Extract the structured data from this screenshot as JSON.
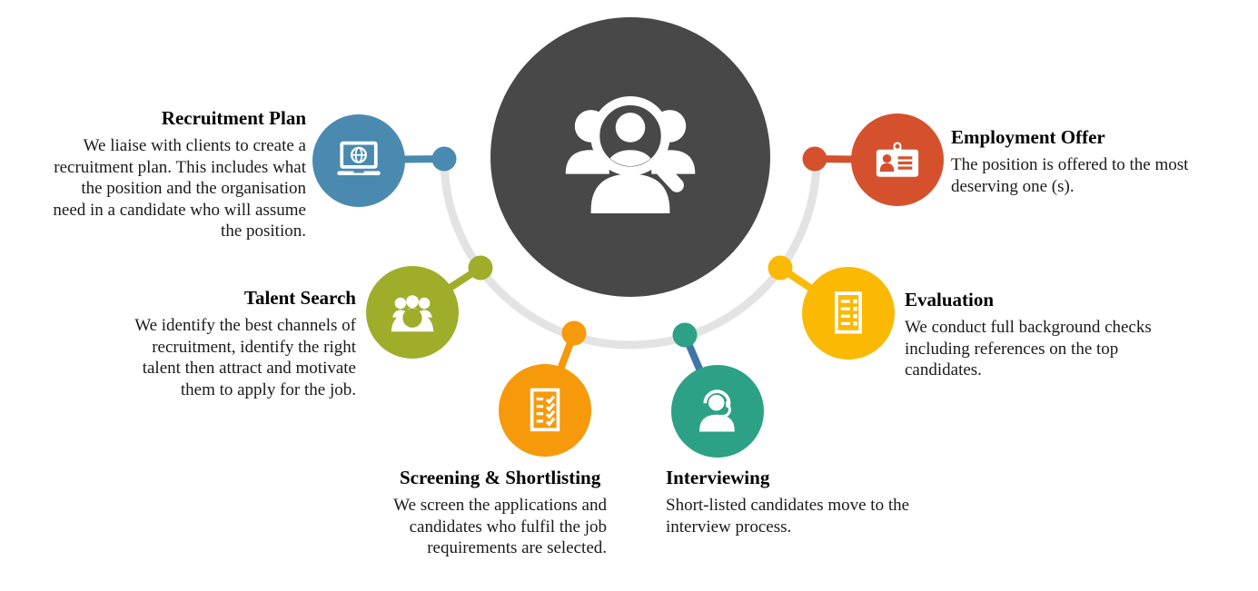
{
  "palette": {
    "background": "#ffffff",
    "center_circle": "#484848",
    "ring": "#e3e3e3",
    "icon_color": "#ffffff",
    "title_color": "#000000",
    "body_color": "#1a1a1a"
  },
  "center": {
    "icon": "people-search-icon"
  },
  "steps": [
    {
      "key": "recruitment-plan",
      "title": "Recruitment Plan",
      "description": "We liaise with clients to create a\nrecruitment plan. This includes what\nthe position and the organisation\nneed in a candidate who will assume\nthe position.",
      "color": "#4a8ab0",
      "stem_color": "#4a8ab0",
      "icon": "laptop-globe-icon"
    },
    {
      "key": "talent-search",
      "title": "Talent Search",
      "description": "We identify the best channels of\nrecruitment, identify the right\ntalent then attract and motivate\nthem to apply for the job.",
      "color": "#a0ad2b",
      "stem_color": "#a0ad2b",
      "icon": "audience-icon"
    },
    {
      "key": "screening-shortlisting",
      "title": "Screening & Shortlisting",
      "description": "We screen the applications and\ncandidates who fulfil the job\nrequirements are selected.",
      "color": "#f6990a",
      "stem_color": "#f6990a",
      "icon": "checklist-icon"
    },
    {
      "key": "interviewing",
      "title": "Interviewing",
      "description": "Short-listed candidates move to the\ninterview process.",
      "color": "#2ca185",
      "stem_color": "#3e76a8",
      "icon": "headset-person-icon"
    },
    {
      "key": "evaluation",
      "title": "Evaluation",
      "description": "We conduct full background checks\nincluding references on the top\ncandidates.",
      "color": "#fbb904",
      "stem_color": "#fbb904",
      "icon": "form-document-icon"
    },
    {
      "key": "employment-offer",
      "title": "Employment Offer",
      "description": "The position is offered to the most\ndeserving one (s).",
      "color": "#d5512d",
      "stem_color": "#d5512d",
      "icon": "id-card-icon"
    }
  ]
}
